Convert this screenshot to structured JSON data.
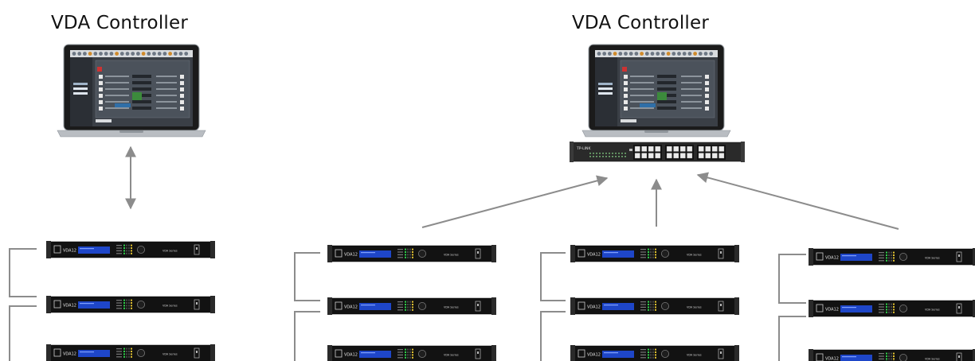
{
  "left_group": {
    "title": "VDA Controller",
    "connection": "bidirectional",
    "topology": "daisy-chain"
  },
  "right_group": {
    "title": "VDA Controller",
    "switch": {
      "brand": "TP-LINK",
      "ports": 24
    },
    "topology": "star-via-switch"
  },
  "device": {
    "model_label": "VDA12",
    "series_label": "VDA Series"
  },
  "colors": {
    "line": "#8c8c8c",
    "rack_body": "#121212",
    "lcd": "#1e46c8",
    "switch_body": "#2a2a2a",
    "laptop_body": "#b9bdc2",
    "screen_ui": "#3a3f46"
  }
}
